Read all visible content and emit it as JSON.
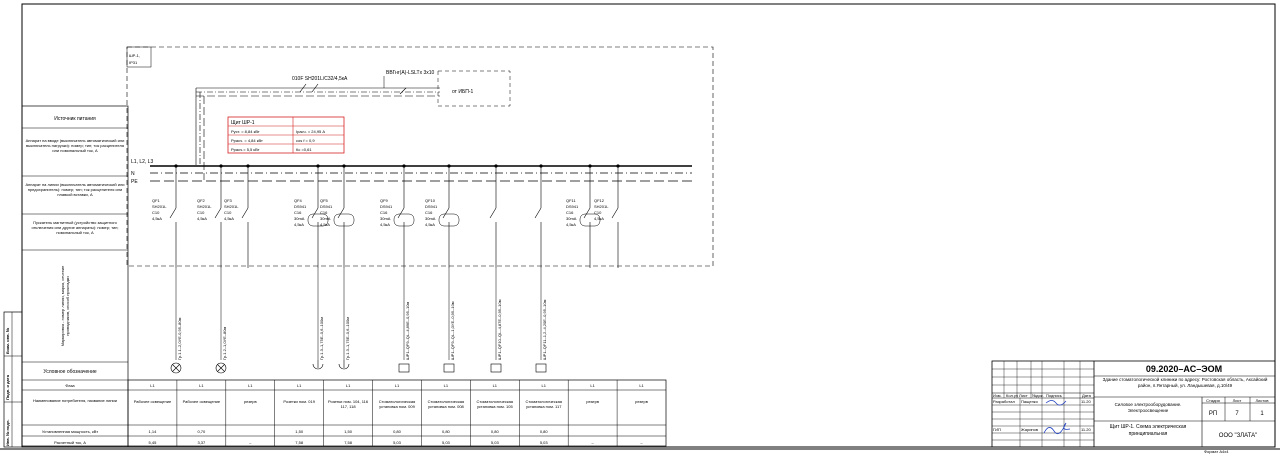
{
  "panel": {
    "label": "ШР-1,",
    "ip": "IP31",
    "main_breaker": "010F SH201L/C32/4,5кА",
    "feed_cable": "ВВГнг(А)-LSLTх 3х10",
    "feed_from": "от ИБП-1",
    "buses": [
      "L1, L2, L3",
      "N",
      "PE"
    ]
  },
  "info_box": {
    "title": "Щит ШР-1",
    "rows": [
      [
        "Руст. = 8,84 кВт",
        "Iрасч. = 24,95 А"
      ],
      [
        "Ррасч. = 4,84 кВт",
        "cos f = 0,9"
      ],
      [
        "Ррасч.= 5,5 кВт",
        "Кс =0,61"
      ]
    ]
  },
  "left_headers": [
    "Источник питания",
    "Аппарат на вводе (выключатель автоматический или выключатель нагрузки): номер; тип; ток расцепителя или номинальный ток, А",
    "Аппарат на линии (выключатель автоматический или предохранитель): номер; тип; ток расцепителя или плавкой вставки, А",
    "Пускатель магнитный (устройство защитного отключения или другие аппараты): номер; тип; номинальный ток, А",
    "Маркировка - номер линии, марка, сечение проводников, способ прокладки",
    "Условное обозначение"
  ],
  "side_stamps": [
    "Инв. № подл.",
    "Подп. и дата",
    "Взам. инв. №"
  ],
  "breakers": [
    [
      "QF1",
      "SH201L",
      "C10",
      "4,5кА"
    ],
    [
      "QF2",
      "SH201L",
      "C10",
      "4,5кА"
    ],
    [
      "QF3",
      "SH201L",
      "C10",
      "4,5кА"
    ],
    [
      "QF4",
      "DS941",
      "C16",
      "30mA",
      "4,5кА"
    ],
    [
      "QF5",
      "DS941",
      "C16",
      "30mA",
      "4,5кА"
    ],
    [
      "QF9",
      "DS941",
      "C16",
      "30mA",
      "4,5кА"
    ],
    [
      "QF10",
      "DS941",
      "C16",
      "30mA",
      "4,5кА"
    ],
    [
      "QF11",
      "DS941",
      "C16",
      "30mA",
      "4,5кА"
    ],
    [
      "QF12",
      "SH201L",
      "C10",
      "4,5кА"
    ]
  ],
  "line_markings": [
    "Гр.1.1–2,0УЕ-0,95–80м",
    "Гр.1.2–1,0УЕ–80м",
    "Гр.1.3–1,75Е–0,6–100м",
    "Гр.1.3–1,75Е–0,6–100м",
    "ШР1–QF9–QL–4,89Е–0,95–10м",
    "ШР1–QF9–QL–1,0УЕ–0,95–10м",
    "ШР1–QF10–QL–4,87Е–0,95–10м",
    "ШР1–QF11–1,2–4,20Е–0,95–10м"
  ],
  "table": {
    "row_labels": [
      "Фаза",
      "Наименование потребителя, название линии",
      "Установленная мощность, кВт",
      "Расчетный ток, А"
    ],
    "columns": [
      {
        "phase": "L1",
        "name": "Рабочее освещение",
        "power": "1,14",
        "current": "5,45"
      },
      {
        "phase": "L1",
        "name": "Рабочее освещение",
        "power": "0,70",
        "current": "3,37"
      },
      {
        "phase": "L1",
        "name": "резерв",
        "power": "",
        "current": "–"
      },
      {
        "phase": "L1",
        "name": "Розетки пом. 019",
        "power": "1,50",
        "current": "7,58"
      },
      {
        "phase": "L1",
        "name": "Розетки пом. 104, 116 117, 118",
        "power": "1,50",
        "current": "7,58"
      },
      {
        "phase": "L1",
        "name": "Стоматологическая установка пом. 009",
        "power": "0,80",
        "current": "5,03"
      },
      {
        "phase": "L1",
        "name": "Стоматологическая установка пом. 008",
        "power": "0,80",
        "current": "5,03"
      },
      {
        "phase": "L1",
        "name": "Стоматологическая установка пом. 105",
        "power": "0,80",
        "current": "5,03"
      },
      {
        "phase": "L1",
        "name": "Стоматологическая установка пом. 117",
        "power": "0,80",
        "current": "5,03"
      },
      {
        "phase": "L1",
        "name": "резерв",
        "power": "",
        "current": "–"
      },
      {
        "phase": "L1",
        "name": "резерв",
        "power": "",
        "current": "–"
      }
    ]
  },
  "title_block": {
    "code": "09.2020–АС–ЭОМ",
    "object": "Здание стоматологической клиники по адресу: Ростовская область, Аксайский район, п.Янтарный, ул. Ландышевая, д.10/49",
    "section": "Силовое электрооборудование. Электроосвещение",
    "sheet_title": "Щит ШР-1. Схема электрическая принципиальная",
    "company": "ООО \"ЗЛАТА\"",
    "col_headers": [
      "Изм.",
      "Кол.уч",
      "Лист",
      "№док.",
      "Подпись",
      "Дата"
    ],
    "roles": [
      {
        "role": "Разработал",
        "name": "Пащенко",
        "date": "11.20"
      },
      {
        "role": "ГИП",
        "name": "Жаринов",
        "date": "11.20"
      }
    ],
    "stage_headers": [
      "Стадия",
      "Лист",
      "Листов"
    ],
    "stage": "РП",
    "sheet": "7",
    "sheets": "1",
    "format": "Формат А4х4"
  }
}
